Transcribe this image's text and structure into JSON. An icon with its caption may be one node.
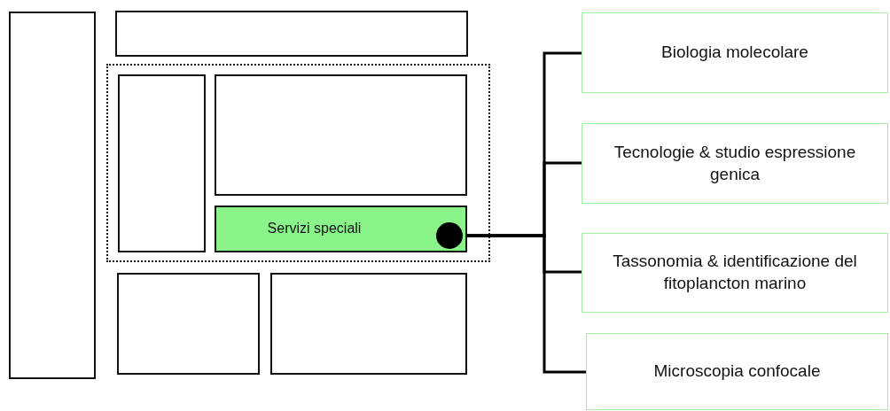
{
  "diagram": {
    "nodes": [
      {
        "text": [],
        "shape": "box"
      },
      {
        "text": [],
        "shape": "box"
      },
      {
        "text": [],
        "shape": "box"
      },
      {
        "text": [],
        "shape": "box",
        "in": 2
      },
      {
        "text": [],
        "shape": "box",
        "in": 2
      },
      {
        "text": [
          "Servizi speciali"
        ],
        "in": 2
      },
      {
        "text": [],
        "shape": "circle",
        "in": 5
      },
      {
        "text": [],
        "shape": "box"
      },
      {
        "text": [],
        "shape": "box"
      },
      {
        "text": [
          "Biologia molecolare"
        ]
      },
      {
        "text": [
          "Tecnologie & studio espressione genica"
        ]
      },
      {
        "text": [
          "Tassonomia & identificazione del fitoplancton marino"
        ]
      },
      {
        "text": [
          "Microscopia confocale"
        ]
      }
    ],
    "edges": [
      {
        "from": 6,
        "to": 9,
        "arrow": "none"
      },
      {
        "from": 6,
        "to": 10,
        "arrow": "none"
      },
      {
        "from": 6,
        "to": 11,
        "arrow": "none"
      },
      {
        "from": 6,
        "to": 12,
        "arrow": "none"
      }
    ]
  }
}
